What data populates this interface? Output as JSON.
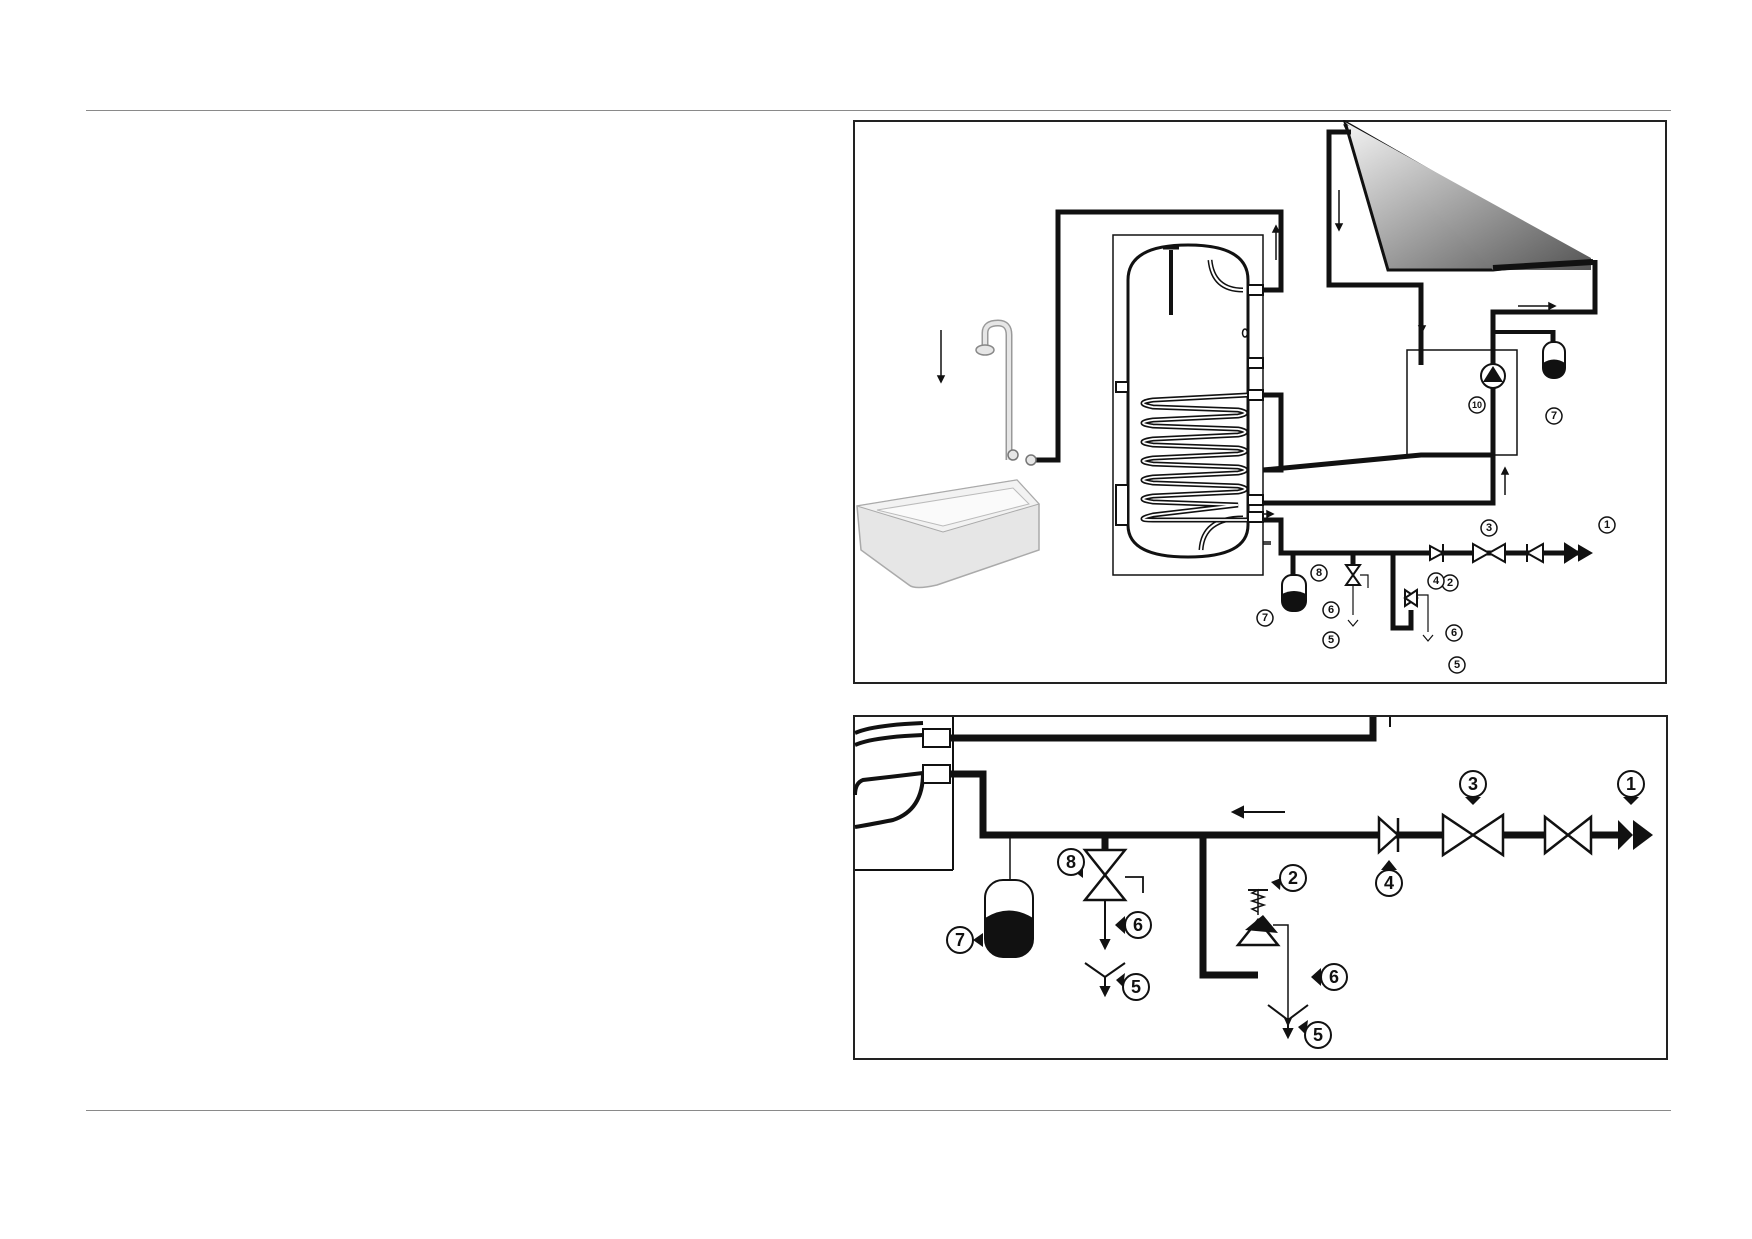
{
  "diagram": {
    "overview": {
      "callouts": {
        "c1": "1",
        "c2": "2",
        "c3": "3",
        "c4": "4",
        "c5a": "5",
        "c5b": "5",
        "c6a": "6",
        "c6b": "6",
        "c7a": "7",
        "c7b": "7",
        "c8": "8",
        "c10": "10"
      }
    },
    "detail": {
      "callouts": {
        "c1": "1",
        "c2": "2",
        "c3": "3",
        "c4": "4",
        "c5a": "5",
        "c5b": "5",
        "c6a": "6",
        "c6b": "6",
        "c7": "7",
        "c8": "8"
      }
    }
  },
  "colors": {
    "pipe": "#111111",
    "rule": "#8a8a8a",
    "basin": "#e6e6e6",
    "panel_dark": "#555555",
    "panel_light": "#f4f4f4"
  }
}
